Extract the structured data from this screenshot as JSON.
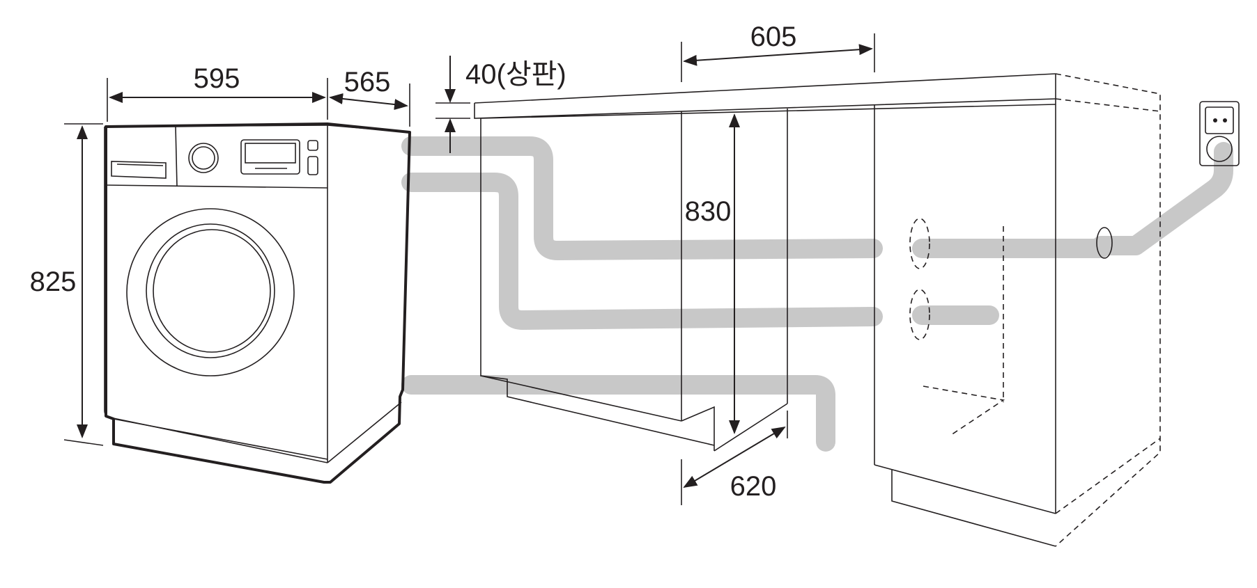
{
  "dimensions": {
    "washer_width": "595",
    "washer_depth": "565",
    "countertop_thickness": "40(상판)",
    "washer_height": "825",
    "cabinet_width": "605",
    "cabinet_height": "830",
    "cabinet_depth": "620"
  },
  "colors": {
    "line": "#231f20",
    "hose": "#c8c8c8",
    "background": "#ffffff"
  },
  "icons": {
    "outlet": "power-outlet-icon"
  }
}
